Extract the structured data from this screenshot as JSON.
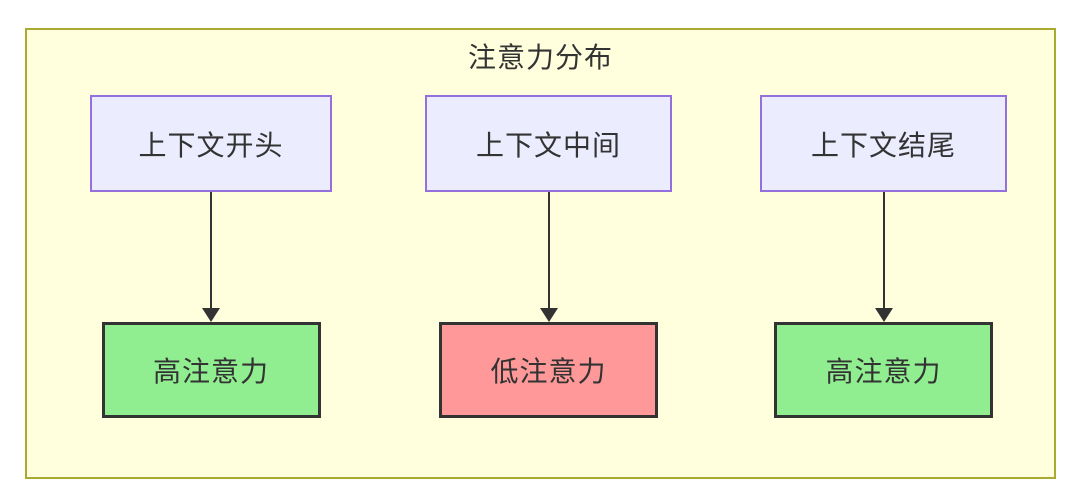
{
  "diagram": {
    "title": "注意力分布",
    "columns": [
      {
        "source": {
          "label": "上下文开头"
        },
        "target": {
          "label": "高注意力",
          "level": "high"
        }
      },
      {
        "source": {
          "label": "上下文中间"
        },
        "target": {
          "label": "低注意力",
          "level": "low"
        }
      },
      {
        "source": {
          "label": "上下文结尾"
        },
        "target": {
          "label": "高注意力",
          "level": "high"
        }
      }
    ],
    "colors": {
      "container_bg": "#ffffde",
      "container_border": "#aaaa33",
      "source_bg": "#ECECFF",
      "source_border": "#9370DB",
      "high_bg": "#90EE90",
      "low_bg": "#FF9999",
      "dark_border": "#333333",
      "arrow_color": "#333333",
      "text_color": "#333333",
      "page_bg": "#ffffff"
    }
  }
}
